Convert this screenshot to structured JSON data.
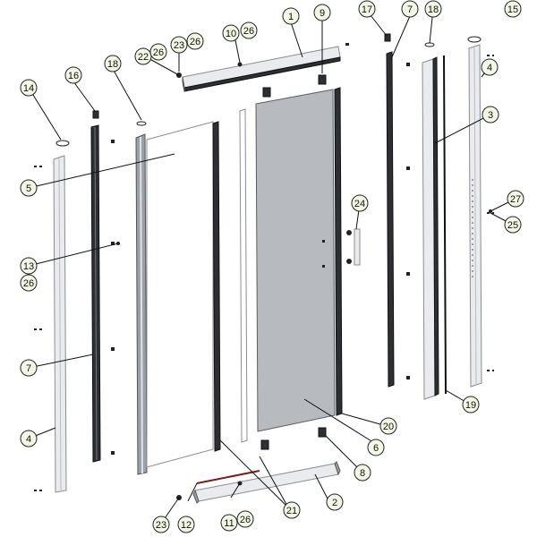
{
  "callouts": [
    {
      "id": "c1",
      "label": "1"
    },
    {
      "id": "c2",
      "label": "2"
    },
    {
      "id": "c3",
      "label": "3"
    },
    {
      "id": "c4a",
      "label": "4"
    },
    {
      "id": "c4b",
      "label": "4"
    },
    {
      "id": "c5",
      "label": "5"
    },
    {
      "id": "c6",
      "label": "6"
    },
    {
      "id": "c7a",
      "label": "7"
    },
    {
      "id": "c7b",
      "label": "7"
    },
    {
      "id": "c8",
      "label": "8"
    },
    {
      "id": "c9",
      "label": "9"
    },
    {
      "id": "c10",
      "label": "10"
    },
    {
      "id": "c11",
      "label": "11"
    },
    {
      "id": "c12",
      "label": "12"
    },
    {
      "id": "c13",
      "label": "13"
    },
    {
      "id": "c14",
      "label": "14"
    },
    {
      "id": "c15",
      "label": "15"
    },
    {
      "id": "c16",
      "label": "16"
    },
    {
      "id": "c17",
      "label": "17"
    },
    {
      "id": "c18a",
      "label": "18"
    },
    {
      "id": "c18b",
      "label": "18"
    },
    {
      "id": "c19",
      "label": "19"
    },
    {
      "id": "c20",
      "label": "20"
    },
    {
      "id": "c21",
      "label": "21"
    },
    {
      "id": "c22",
      "label": "22"
    },
    {
      "id": "c23a",
      "label": "23"
    },
    {
      "id": "c23b",
      "label": "23"
    },
    {
      "id": "c24",
      "label": "24"
    },
    {
      "id": "c25",
      "label": "25"
    },
    {
      "id": "c26a",
      "label": "26"
    },
    {
      "id": "c26b",
      "label": "26"
    },
    {
      "id": "c26c",
      "label": "26"
    },
    {
      "id": "c26d",
      "label": "26"
    },
    {
      "id": "c26e",
      "label": "26"
    },
    {
      "id": "c27",
      "label": "27"
    }
  ]
}
